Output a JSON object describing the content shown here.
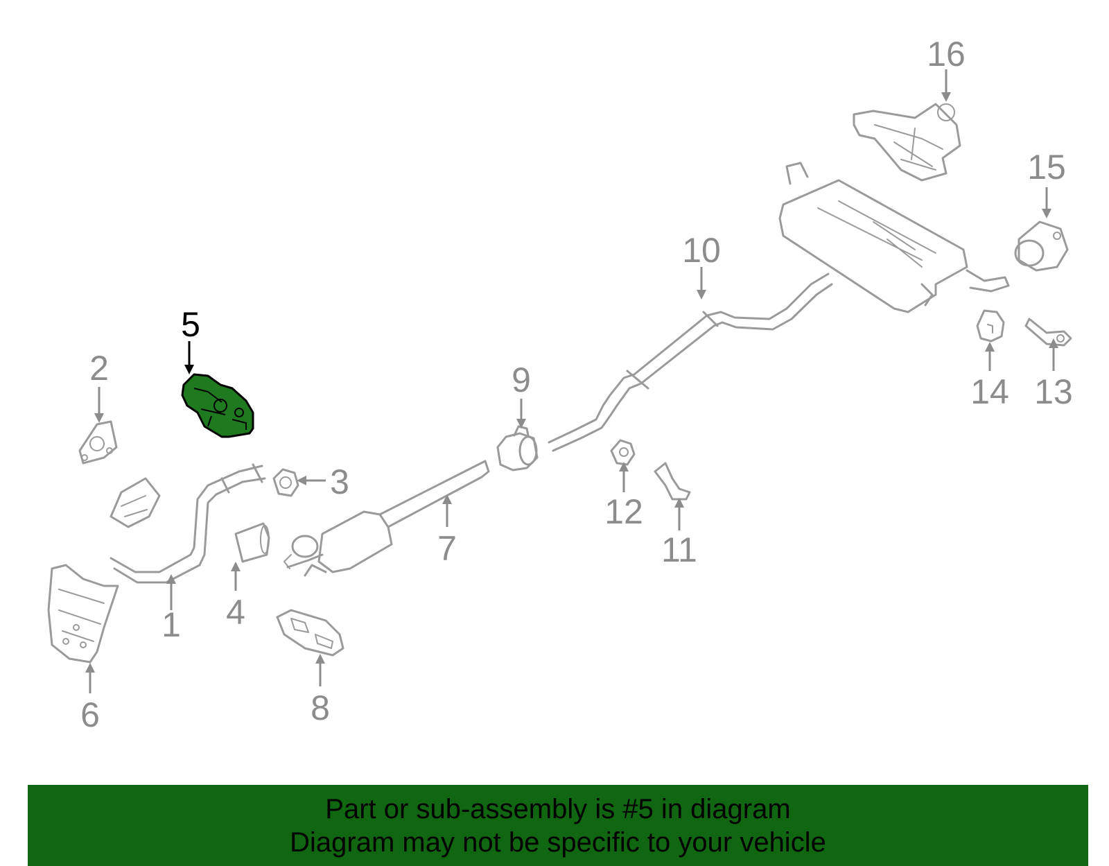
{
  "colors": {
    "banner_background": "#116611",
    "highlight_fill": "#1f7a1f",
    "part_stroke": "#9a9a9a",
    "label_text": "#8c8c8c",
    "active_label_text": "#000000"
  },
  "highlighted_part": "5",
  "callouts": {
    "c1": "1",
    "c2": "2",
    "c3": "3",
    "c4": "4",
    "c5": "5",
    "c6": "6",
    "c7": "7",
    "c8": "8",
    "c9": "9",
    "c10": "10",
    "c11": "11",
    "c12": "12",
    "c13": "13",
    "c14": "14",
    "c15": "15",
    "c16": "16"
  },
  "banner": {
    "line1": "Part or sub-assembly is #5 in diagram",
    "line2": "Diagram may not be specific to your vehicle"
  }
}
